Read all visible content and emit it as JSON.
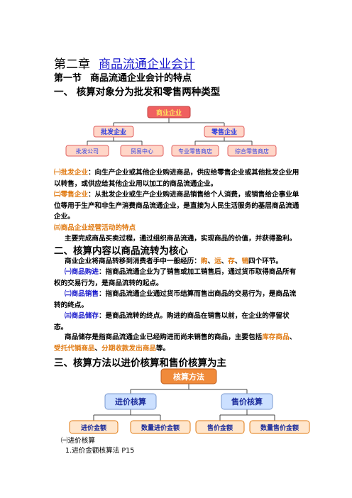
{
  "chapter": {
    "number": "第二章",
    "title": "商品流通企业会计"
  },
  "section": {
    "number": "第一节",
    "title": "商品流通企业会计的特点"
  },
  "heading1": "一、 核算对象分为批发和零售两种类型",
  "tree1": {
    "root": "商业企业",
    "level2": [
      "批发企业",
      "零售企业"
    ],
    "level3": [
      "批发公司",
      "贸易中心",
      "专业零售商店",
      "综合零售商店"
    ],
    "colors": {
      "box_fill": "#ffd6c8",
      "box_stroke": "#e06060",
      "text": "#2e3fe0",
      "root_fill": "#f06060",
      "root_text": "#ffe060"
    }
  },
  "para1": {
    "label": "㈠批发企业",
    "text": "：向生产企业或其他企业购进商品，供应给零售企业或其他批发企业用以转售，或供应给其他企业用以加工的商品流通企业。"
  },
  "para2": {
    "label": "㈡零售企业",
    "text": "：从批发企业或生产企业购进商品销售给个人消费，或销售给企事业单位等用于生产和非生产消费商品流通企业，是直接为人民生活服务的基层商品流通企业。"
  },
  "para3": {
    "label": "㈢商品企业经营活动的特点",
    "text": "主要完成商品买卖过程，通过组织商品流通，实现商品的价值，并获得盈利。"
  },
  "heading2": "二、核算内容以商品流转为核心",
  "para4": {
    "text_before": "商业企业将商品转移到消费者手中一般经历：",
    "steps": [
      "购",
      "运",
      "存",
      "销"
    ],
    "text_after": "四个环节。"
  },
  "para5": {
    "label": "㈠商品购进",
    "text": "：指商品流通企业为了销售或加工销售后，通过货币取得商品所有权的交易行为，是商品流转的起点。"
  },
  "para6": {
    "label": "㈡商品销售",
    "text": "：指商品流通企业通过货币结算而售出商品的交易行为，是商品流转的终点。"
  },
  "para7": {
    "label": "㈢商品储存",
    "text": "：是商品流转的终点。购进的商品在销售以前，在企业的停留状态。"
  },
  "para8": {
    "text_before": "商品储存是指商品流通企业已经购进而尚未销售的商品，主要包括",
    "items": [
      "库存商品",
      "受托代销商品",
      "分期收款发出商品"
    ],
    "text_after": "等。"
  },
  "heading3": "三、核算方法以进价核算和售价核算为主",
  "tree2": {
    "root": "核算方法",
    "level2": [
      "进价核算",
      "售价核算"
    ],
    "level3": [
      "进价金额",
      "数量进价金额",
      "售价金额",
      "数量售价金额"
    ],
    "colors": {
      "root_fill": "#f08a3a",
      "root_text": "#ffffff",
      "l2_fill": "#cce0ff",
      "l2_text": "#1a2a9a",
      "l3_fill": "#ffe6cc",
      "l3_stroke": "#e07a12",
      "l3_text": "#1a2a9a"
    }
  },
  "footer1": "㈠进价核算",
  "footer2": "1.进价金额核算法 P15"
}
